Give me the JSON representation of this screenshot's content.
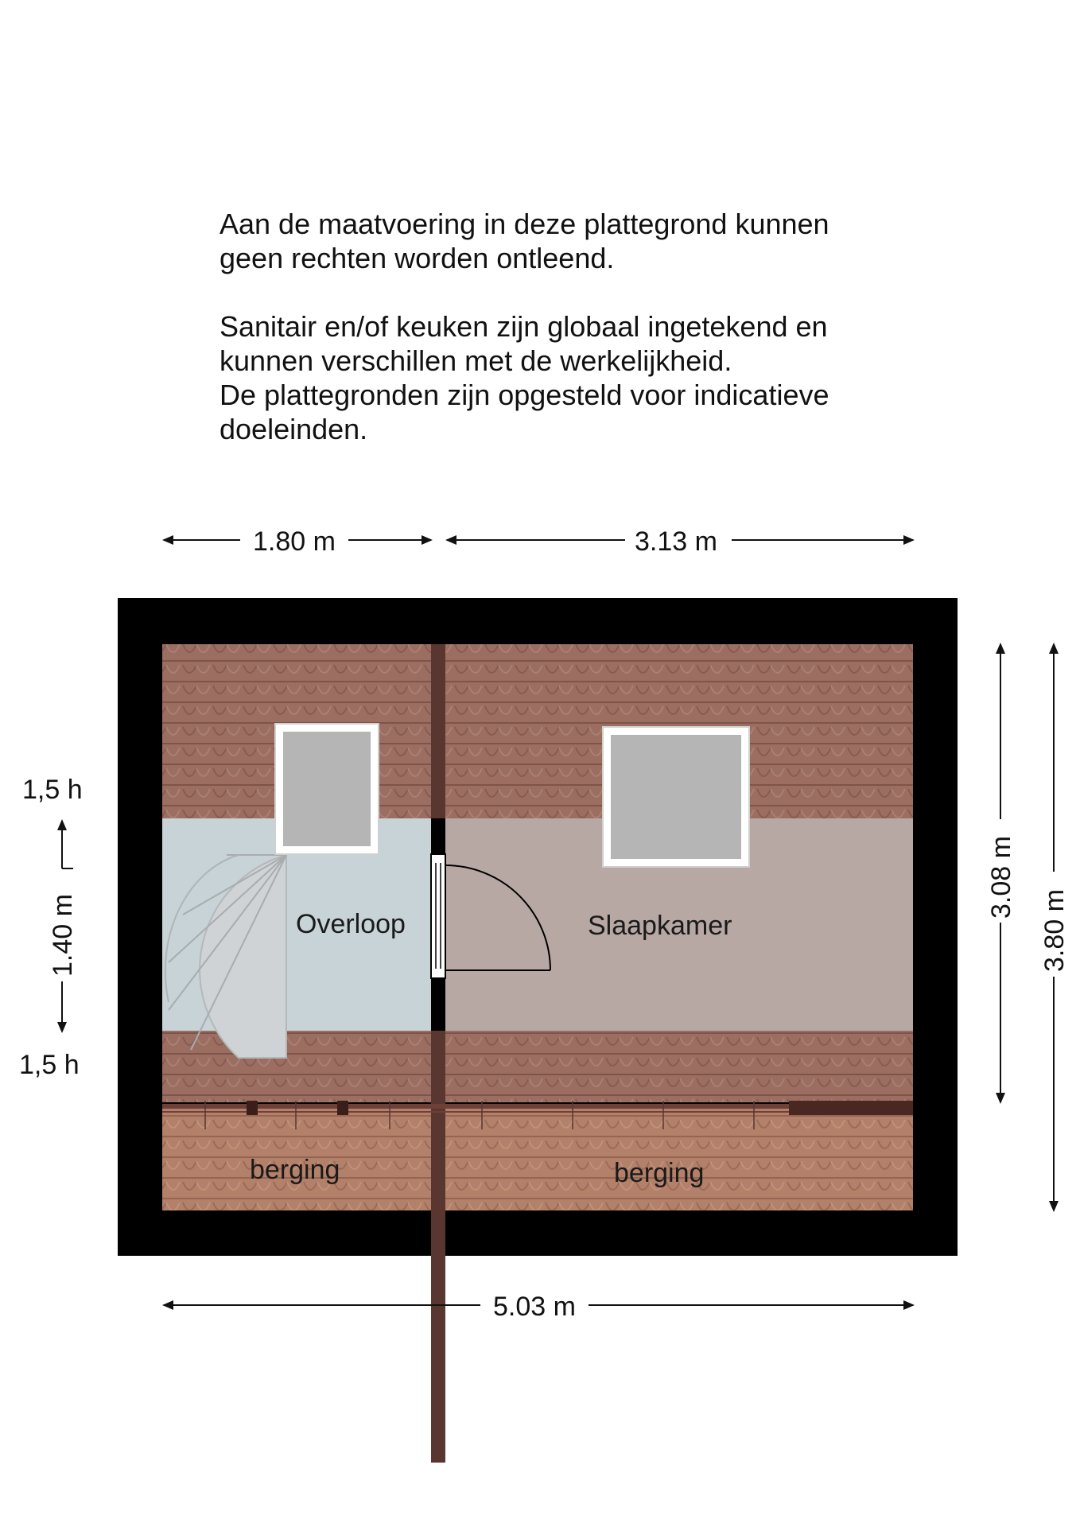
{
  "disclaimer": {
    "line1": "Aan de maatvoering in deze  plattegrond kunnen",
    "line2": "geen rechten worden ontleend.",
    "line3": "Sanitair en/of keuken zijn globaal ingetekend en",
    "line4": "kunnen verschillen met de werkelijkheid.",
    "line5": "De plattegronden zijn opgesteld voor indicatieve",
    "line6": "doeleinden."
  },
  "dimensions": {
    "top_left": "1.80 m",
    "top_right": "3.13 m",
    "bottom": "5.03 m",
    "right_inner": "3.08 m",
    "right_outer": "3.80 m",
    "left_vertical": "1.40 m",
    "height_top": "1,5 h",
    "height_bottom": "1,5 h"
  },
  "rooms": {
    "overloop": "Overloop",
    "slaapkamer": "Slaapkamer",
    "berging_left": "berging",
    "berging_right": "berging"
  },
  "colors": {
    "wall": "#000000",
    "roof_tile": "#9c6e62",
    "storage_tile": "#b3806a",
    "landing": "#c7d3d6",
    "bedroom": "#b8a8a4",
    "window": "#b5b5b5"
  }
}
